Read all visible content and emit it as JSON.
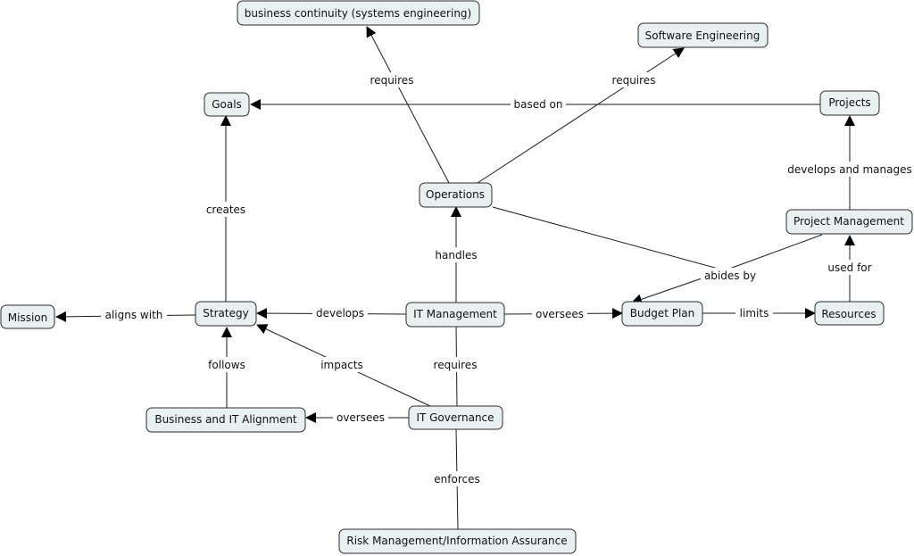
{
  "nodes": {
    "business_continuity": "business continuity (systems engineering)",
    "software_engineering": "Software Engineering",
    "goals": "Goals",
    "projects": "Projects",
    "operations": "Operations",
    "project_management": "Project Management",
    "mission": "Mission",
    "strategy": "Strategy",
    "it_management": "IT Management",
    "budget_plan": "Budget Plan",
    "resources": "Resources",
    "business_it_alignment": "Business and IT Alignment",
    "it_governance": "IT Governance",
    "risk_management": "Risk Management/Information Assurance"
  },
  "links": {
    "ops_requires_bc": "requires",
    "ops_requires_se": "requires",
    "projects_based_on_goals": "based on",
    "pm_develops_projects": "develops and manages",
    "strategy_creates_goals": "creates",
    "itm_handles_ops": "handles",
    "ops_abides_budget": "abides by",
    "res_used_for_pm": "used for",
    "strategy_aligns_mission": "aligns with",
    "itm_develops_strategy": "develops",
    "itm_oversees_budget": "oversees",
    "budget_limits_res": "limits",
    "bitalign_follows_strategy": "follows",
    "itg_impacts_strategy": "impacts",
    "itg_requires_itm": "requires",
    "itg_oversees_bitalign": "oversees",
    "itg_enforces_risk": "enforces"
  },
  "colors": {
    "node_fill": "#e9f1f0",
    "node_border": "#2b2b2b",
    "line": "#1a1a1a"
  }
}
